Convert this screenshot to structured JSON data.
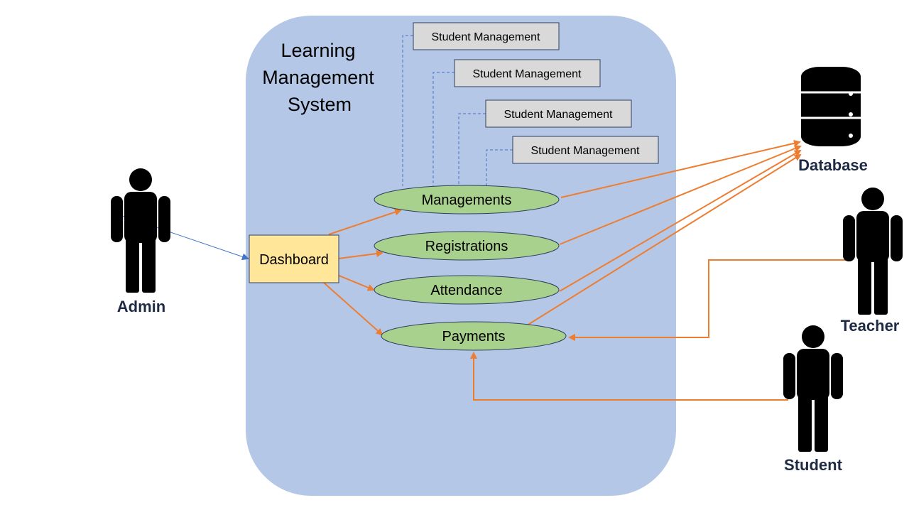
{
  "system": {
    "title_lines": [
      "Learning",
      "Management",
      "System"
    ],
    "container_color": "#b4c7e7"
  },
  "sub_boxes": [
    {
      "label": "Student Management"
    },
    {
      "label": "Student Management"
    },
    {
      "label": "Student Management"
    },
    {
      "label": "Student Management"
    }
  ],
  "dashboard": {
    "label": "Dashboard",
    "color": "#ffe699"
  },
  "use_cases": [
    {
      "label": "Managements"
    },
    {
      "label": "Registrations"
    },
    {
      "label": "Attendance"
    },
    {
      "label": "Payments"
    }
  ],
  "use_case_color": "#a9d18e",
  "actors": {
    "admin": "Admin",
    "teacher": "Teacher",
    "student": "Student"
  },
  "database": {
    "label": "Database"
  },
  "colors": {
    "orange_arrow": "#ed7d31",
    "blue_arrow": "#4472c4",
    "dashed": "#4472c4"
  }
}
